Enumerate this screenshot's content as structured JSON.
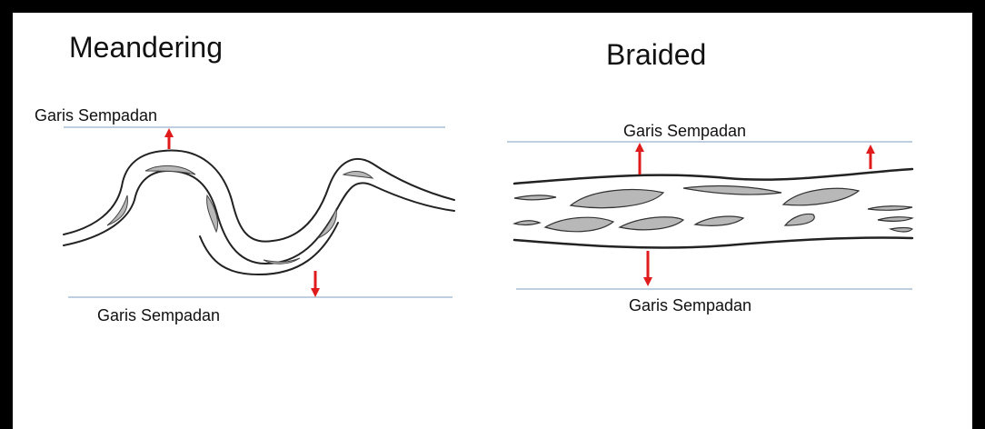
{
  "titles": {
    "meandering": "Meandering",
    "braided": "Braided"
  },
  "labels": {
    "meander_top": "Garis Sempadan",
    "meander_bottom": "Garis Sempadan",
    "braided_top": "Garis Sempadan",
    "braided_bottom": "Garis Sempadan"
  },
  "colors": {
    "boundary_line": "#a9bfd6",
    "arrow": "#e01b1b",
    "channel_outline": "#222222",
    "bar_fill": "#b8b8b8"
  }
}
